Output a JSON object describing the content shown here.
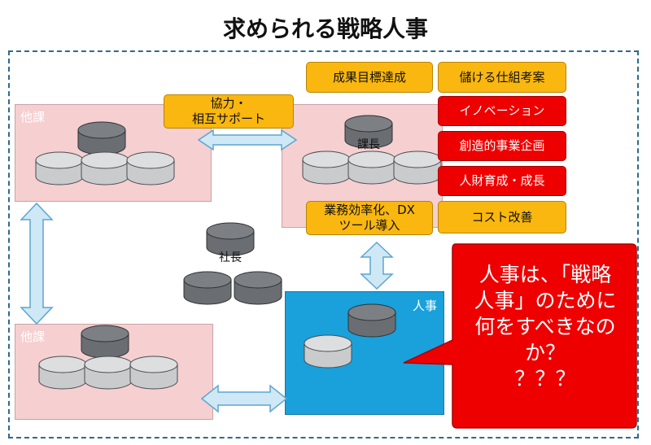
{
  "title": "求められる戦略人事",
  "zones": {
    "top_left": "他課",
    "bottom_left": "他課",
    "hr": "人事"
  },
  "labels": {
    "kacho": "課長",
    "shacho": "社長"
  },
  "tags": {
    "cooperation": [
      "協力・",
      "相互サポート"
    ],
    "goal": "成果目標達成",
    "profit": "儲ける仕組考案",
    "innovation": "イノベーション",
    "creative": "創造的事業企画",
    "talent": "人財育成・成長",
    "efficiency": [
      "業務効率化、DX",
      "ツール導入"
    ],
    "cost": "コスト改善"
  },
  "callout": {
    "lines": [
      "人事は、「戦略",
      "人事」のために",
      "何をすべきなの",
      "か？",
      "？？？"
    ]
  },
  "colors": {
    "orange": "#f9b70f",
    "red": "#ee0000",
    "pink": "#f6cfd1",
    "hr_blue": "#1aa0da",
    "arrow": "#cfe8f5",
    "drum_dark": "#6a6e72",
    "drum_light": "#c9cbcd"
  }
}
